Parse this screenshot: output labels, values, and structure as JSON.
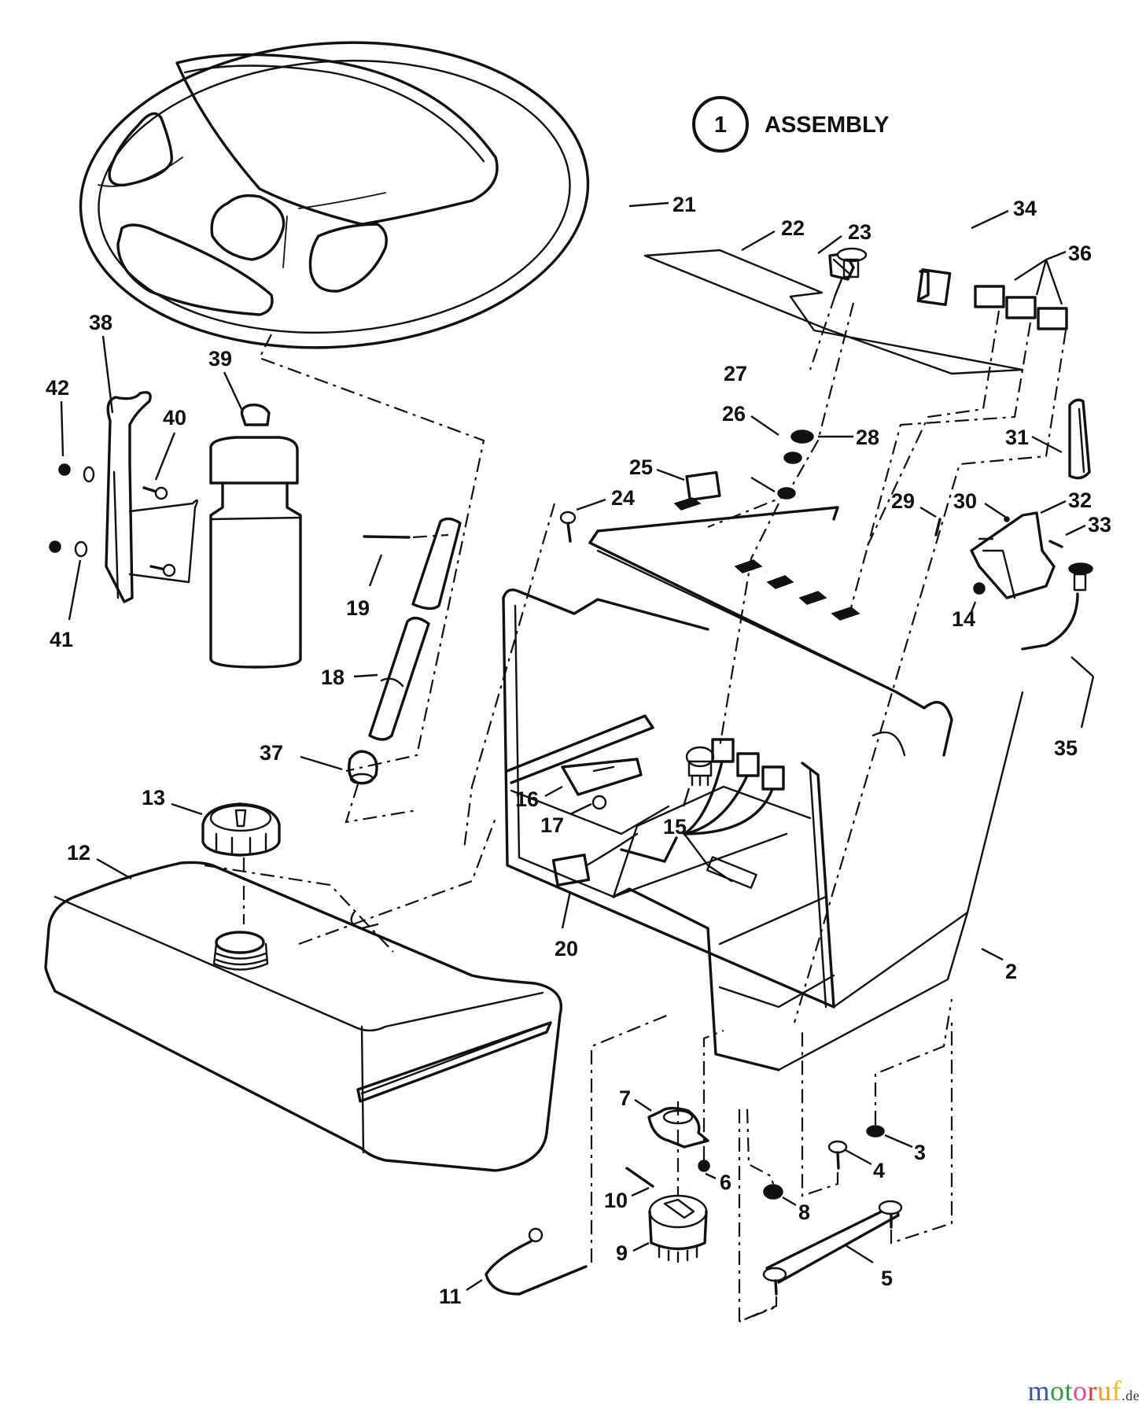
{
  "diagram": {
    "title": {
      "number": "1",
      "text": "ASSEMBLY"
    },
    "parts": [
      {
        "id": "2",
        "label": "2",
        "component": "dash-console"
      },
      {
        "id": "3",
        "label": "3",
        "component": "nut"
      },
      {
        "id": "4",
        "label": "4",
        "component": "carriage-bolt"
      },
      {
        "id": "5",
        "label": "5",
        "component": "support-bracket"
      },
      {
        "id": "6",
        "label": "6",
        "component": "nut"
      },
      {
        "id": "7",
        "label": "7",
        "component": "switch"
      },
      {
        "id": "8",
        "label": "8",
        "component": "nut"
      },
      {
        "id": "9",
        "label": "9",
        "component": "rotary-switch"
      },
      {
        "id": "10",
        "label": "10",
        "component": "pin"
      },
      {
        "id": "11",
        "label": "11",
        "component": "cable-tie"
      },
      {
        "id": "12",
        "label": "12",
        "component": "fuel-tank"
      },
      {
        "id": "13",
        "label": "13",
        "component": "fuel-cap"
      },
      {
        "id": "14",
        "label": "14",
        "component": "nut"
      },
      {
        "id": "15",
        "label": "15",
        "component": "ignition-switch"
      },
      {
        "id": "16",
        "label": "16",
        "component": "plate"
      },
      {
        "id": "17",
        "label": "17",
        "component": "nut"
      },
      {
        "id": "18",
        "label": "18",
        "component": "steering-shaft"
      },
      {
        "id": "19",
        "label": "19",
        "component": "roll-pin"
      },
      {
        "id": "20",
        "label": "20",
        "component": "connector"
      },
      {
        "id": "21",
        "label": "21",
        "component": "steering-wheel"
      },
      {
        "id": "22",
        "label": "22",
        "component": "decal"
      },
      {
        "id": "23",
        "label": "23",
        "component": "key"
      },
      {
        "id": "24",
        "label": "24",
        "component": "screw"
      },
      {
        "id": "25",
        "label": "25",
        "component": "switch"
      },
      {
        "id": "26",
        "label": "26",
        "component": "washer"
      },
      {
        "id": "27",
        "label": "27",
        "component": "washer"
      },
      {
        "id": "28",
        "label": "28",
        "component": "nut"
      },
      {
        "id": "29",
        "label": "29",
        "component": "screw"
      },
      {
        "id": "30",
        "label": "30",
        "component": "screw"
      },
      {
        "id": "31",
        "label": "31",
        "component": "knob"
      },
      {
        "id": "32",
        "label": "32",
        "component": "throttle-lever"
      },
      {
        "id": "33",
        "label": "33",
        "component": "screw"
      },
      {
        "id": "34",
        "label": "34",
        "component": "pto-switch"
      },
      {
        "id": "35",
        "label": "35",
        "component": "choke-cable"
      },
      {
        "id": "36",
        "label": "36",
        "component": "indicator-lights"
      },
      {
        "id": "37",
        "label": "37",
        "component": "bushing"
      },
      {
        "id": "38",
        "label": "38",
        "component": "cup-holder-bracket"
      },
      {
        "id": "39",
        "label": "39",
        "component": "water-bottle"
      },
      {
        "id": "40",
        "label": "40",
        "component": "screw"
      },
      {
        "id": "41",
        "label": "41",
        "component": "washer"
      },
      {
        "id": "42",
        "label": "42",
        "component": "nut"
      }
    ]
  },
  "watermark": {
    "letters": [
      {
        "char": "m",
        "color": "#3a55b4"
      },
      {
        "char": "o",
        "color": "#2e9e44"
      },
      {
        "char": "t",
        "color": "#2e9e44"
      },
      {
        "char": "o",
        "color": "#e0479e"
      },
      {
        "char": "r",
        "color": "#e03a2f"
      },
      {
        "char": "u",
        "color": "#f39a1d"
      },
      {
        "char": "f",
        "color": "#f0b91c"
      }
    ],
    "tld": ".de"
  }
}
